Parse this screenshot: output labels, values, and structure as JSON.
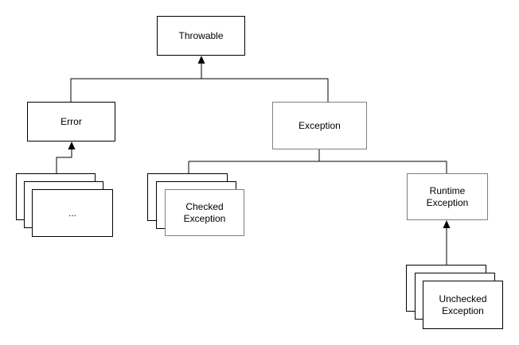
{
  "diagram_type": "class-hierarchy",
  "nodes": {
    "throwable": {
      "label": "Throwable"
    },
    "error": {
      "label": "Error"
    },
    "exception": {
      "label": "Exception"
    },
    "error_subclasses": {
      "label": "...",
      "style": "stack-of-3"
    },
    "checked_exception": {
      "label": "Checked Exception",
      "style": "stack-of-3"
    },
    "runtime_exception": {
      "label": "Runtime Exception"
    },
    "unchecked_exception": {
      "label": "Unchecked Exception",
      "style": "stack-of-3"
    }
  },
  "edges": [
    {
      "from": "error",
      "to": "throwable",
      "arrowhead": true
    },
    {
      "from": "exception",
      "to": "throwable",
      "arrowhead": true
    },
    {
      "from": "error_subclasses",
      "to": "error",
      "arrowhead": true
    },
    {
      "from": "exception",
      "to": "checked_exception",
      "arrowhead": false
    },
    {
      "from": "exception",
      "to": "runtime_exception",
      "arrowhead": false
    },
    {
      "from": "unchecked_exception",
      "to": "runtime_exception",
      "arrowhead": true
    }
  ],
  "colors": {
    "background": "#ffffff",
    "node_fill": "#ffffff",
    "border_black": "#000000",
    "border_gray": "#7f7f7f",
    "line": "#000000",
    "text": "#000000"
  }
}
